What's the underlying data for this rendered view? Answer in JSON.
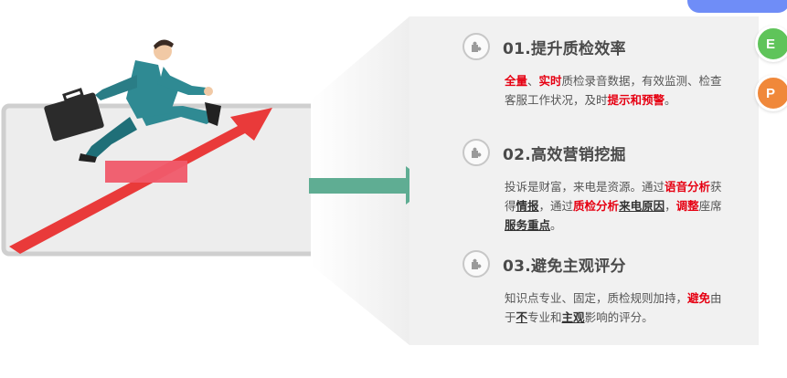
{
  "features": [
    {
      "title": "01.提升质检效率",
      "desc": [
        {
          "t": "全量",
          "s": "r"
        },
        {
          "t": "、",
          "s": ""
        },
        {
          "t": "实时",
          "s": "r"
        },
        {
          "t": "质检录音数据，有效监测、检查客服工作状况，及时",
          "s": ""
        },
        {
          "t": "提示和预警",
          "s": "r"
        },
        {
          "t": "。",
          "s": ""
        }
      ]
    },
    {
      "title": "02.高效营销挖掘",
      "desc": [
        {
          "t": "投诉是财富，来电是资源。通过",
          "s": ""
        },
        {
          "t": "语音分析",
          "s": "r"
        },
        {
          "t": "获得",
          "s": ""
        },
        {
          "t": "情报",
          "s": "u"
        },
        {
          "t": "，通过",
          "s": ""
        },
        {
          "t": "质检分析",
          "s": "r"
        },
        {
          "t": "来电原因",
          "s": "u"
        },
        {
          "t": "，",
          "s": ""
        },
        {
          "t": "调整",
          "s": "r"
        },
        {
          "t": "座席",
          "s": ""
        },
        {
          "t": "服务重点",
          "s": "u"
        },
        {
          "t": "。",
          "s": ""
        }
      ]
    },
    {
      "title": "03.避免主观评分",
      "desc": [
        {
          "t": "知识点专业、固定，质检规则加持，",
          "s": ""
        },
        {
          "t": "避免",
          "s": "r"
        },
        {
          "t": "由于",
          "s": ""
        },
        {
          "t": "不",
          "s": "u"
        },
        {
          "t": "专业和",
          "s": ""
        },
        {
          "t": "主观",
          "s": "u"
        },
        {
          "t": "影响的评分。",
          "s": ""
        }
      ]
    }
  ],
  "side_buttons": [
    {
      "name": "excel",
      "letter": "E",
      "color": "#5fc45a"
    },
    {
      "name": "ppt",
      "letter": "P",
      "color": "#f0883a"
    }
  ],
  "colors": {
    "accent_red": "#e60012",
    "arrow_green": "#5fad93",
    "figure_teal": "#2f8a93",
    "icon_names": [
      "board-frame",
      "rising-red-arrow",
      "businessman-running",
      "briefcase-icon",
      "green-right-arrow",
      "puzzle-icon"
    ]
  }
}
